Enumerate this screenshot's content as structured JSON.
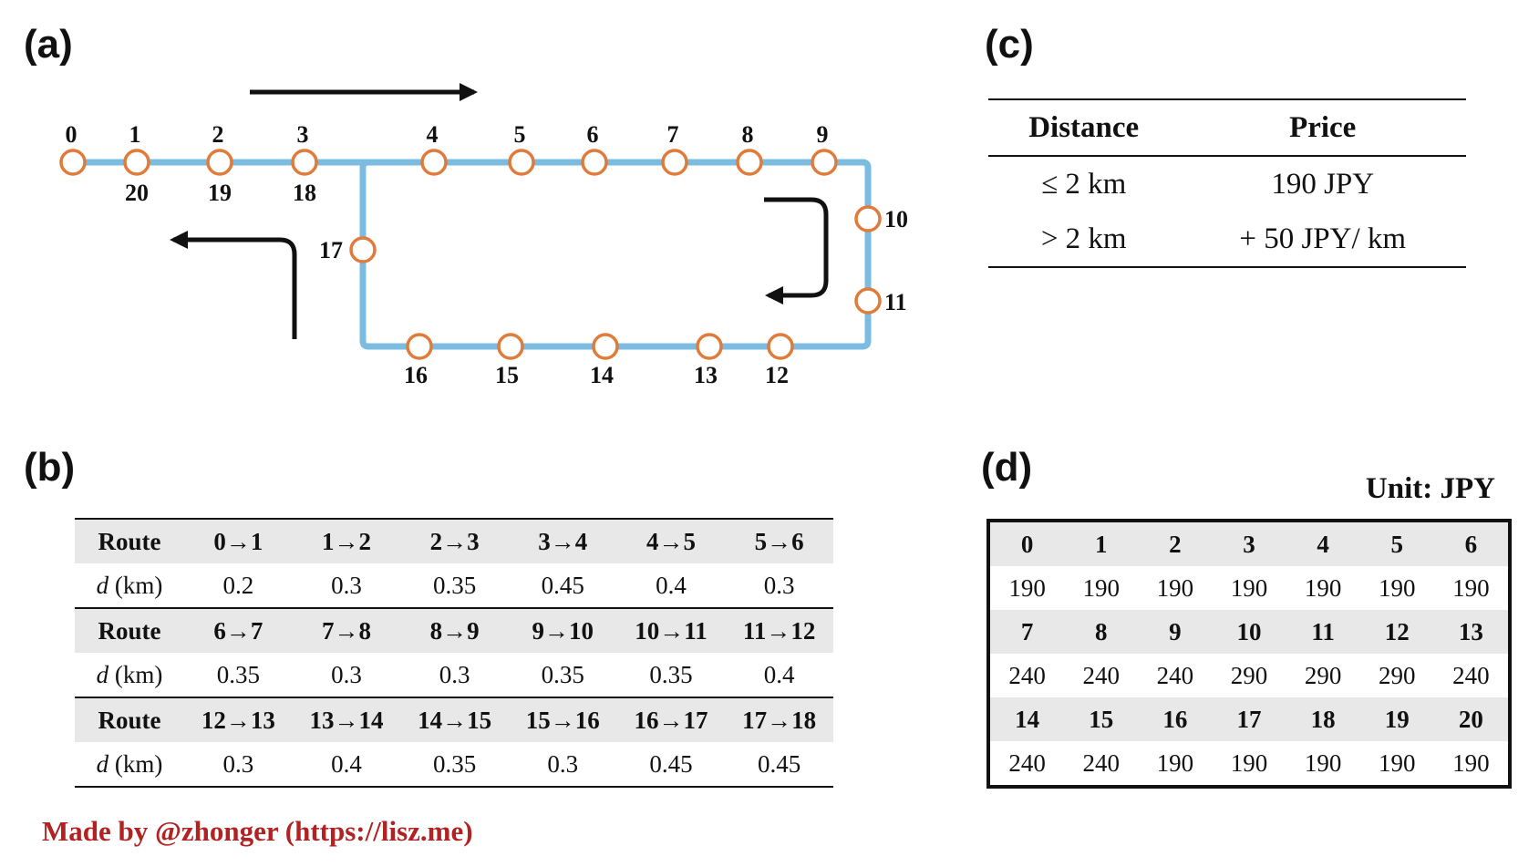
{
  "labels": {
    "a": "(a)",
    "b": "(b)",
    "c": "(c)",
    "d": "(d)"
  },
  "colors": {
    "line": "#7bbce0",
    "station": "#e07b3a",
    "arrow": "#111111",
    "credit": "#b22222"
  },
  "stations_top": [
    "0",
    "1",
    "2",
    "3",
    "4",
    "5",
    "6",
    "7",
    "8",
    "9"
  ],
  "stations_return": [
    "20",
    "19",
    "18"
  ],
  "stations_right": [
    "10",
    "11"
  ],
  "stations_bottom": [
    "16",
    "15",
    "14",
    "13",
    "12"
  ],
  "station_left": "17",
  "routes": {
    "row_label": "Route",
    "dist_label_italic": "d",
    "dist_label_unit": " (km)",
    "groups": [
      {
        "routes": [
          "0→1",
          "1→2",
          "2→3",
          "3→4",
          "4→5",
          "5→6"
        ],
        "dists": [
          "0.2",
          "0.3",
          "0.35",
          "0.45",
          "0.4",
          "0.3"
        ]
      },
      {
        "routes": [
          "6→7",
          "7→8",
          "8→9",
          "9→10",
          "10→11",
          "11→12"
        ],
        "dists": [
          "0.35",
          "0.3",
          "0.3",
          "0.35",
          "0.35",
          "0.4"
        ]
      },
      {
        "routes": [
          "12→13",
          "13→14",
          "14→15",
          "15→16",
          "16→17",
          "17→18"
        ],
        "dists": [
          "0.3",
          "0.4",
          "0.35",
          "0.3",
          "0.45",
          "0.45"
        ]
      }
    ]
  },
  "pricing": {
    "headers": {
      "distance": "Distance",
      "price": "Price"
    },
    "rows": [
      {
        "distance": "≤ 2 km",
        "price": "190 JPY"
      },
      {
        "distance": "> 2 km",
        "price": "+ 50 JPY/ km"
      }
    ]
  },
  "fares": {
    "unit": "Unit: JPY",
    "groups": [
      {
        "stations": [
          "0",
          "1",
          "2",
          "3",
          "4",
          "5",
          "6"
        ],
        "fares": [
          "190",
          "190",
          "190",
          "190",
          "190",
          "190",
          "190"
        ]
      },
      {
        "stations": [
          "7",
          "8",
          "9",
          "10",
          "11",
          "12",
          "13"
        ],
        "fares": [
          "240",
          "240",
          "240",
          "290",
          "290",
          "290",
          "240"
        ]
      },
      {
        "stations": [
          "14",
          "15",
          "16",
          "17",
          "18",
          "19",
          "20"
        ],
        "fares": [
          "240",
          "240",
          "190",
          "190",
          "190",
          "190",
          "190"
        ]
      }
    ]
  },
  "credit": "Made by @zhonger (https://lisz.me)"
}
